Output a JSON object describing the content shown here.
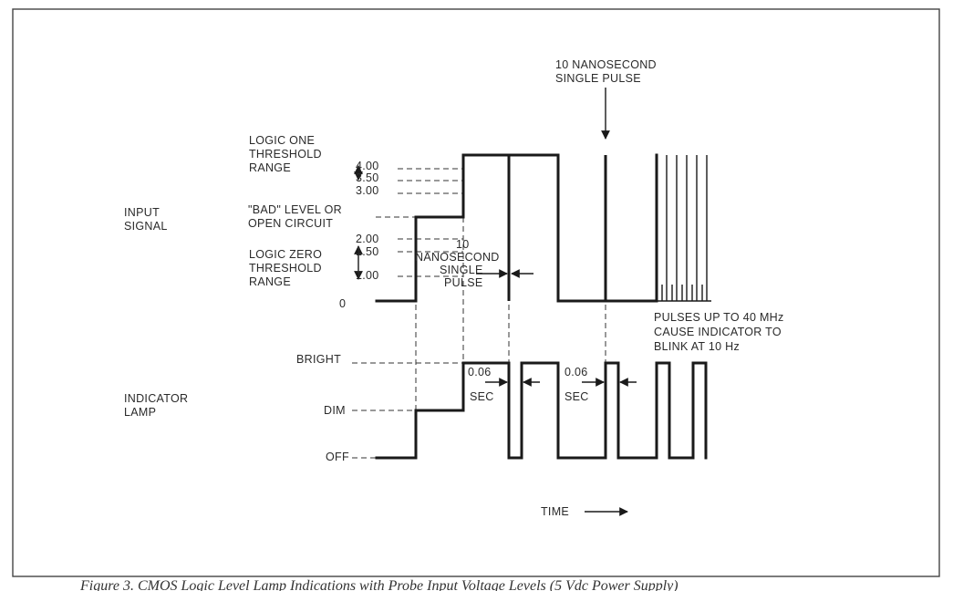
{
  "labels": {
    "top_pulse_1": "10 NANOSECOND",
    "top_pulse_2": "SINGLE PULSE",
    "logic_one_1": "LOGIC ONE",
    "logic_one_2": "THRESHOLD",
    "logic_one_3": "RANGE",
    "input_1": "INPUT",
    "input_2": "SIGNAL",
    "bad_1": "\"BAD\" LEVEL OR",
    "bad_2": "OPEN CIRCUIT",
    "logic_zero_1": "LOGIC ZERO",
    "logic_zero_2": "THRESHOLD",
    "logic_zero_3": "RANGE",
    "mid_pulse_1": "10",
    "mid_pulse_2": "NANOSECOND",
    "mid_pulse_3": "SINGLE",
    "mid_pulse_4": "PULSE",
    "pulses_1": "PULSES UP TO 40 MHz",
    "pulses_2": "CAUSE INDICATOR TO",
    "pulses_3": "BLINK AT 10 Hz",
    "indicator_1": "INDICATOR",
    "indicator_2": "LAMP",
    "time": "TIME",
    "caption": "Figure 3. CMOS Logic Level Lamp Indications with Probe Input Voltage Levels (5 Vdc Power Supply)"
  },
  "voltage_ticks": [
    "4.00",
    "3.50",
    "3.00",
    "2.00",
    "1.50",
    "1.00",
    "0"
  ],
  "lamp_levels": [
    "BRIGHT",
    "DIM",
    "OFF"
  ],
  "delay_labels": [
    {
      "value": "0.06",
      "unit": "SEC"
    },
    {
      "value": "0.06",
      "unit": "SEC"
    }
  ]
}
